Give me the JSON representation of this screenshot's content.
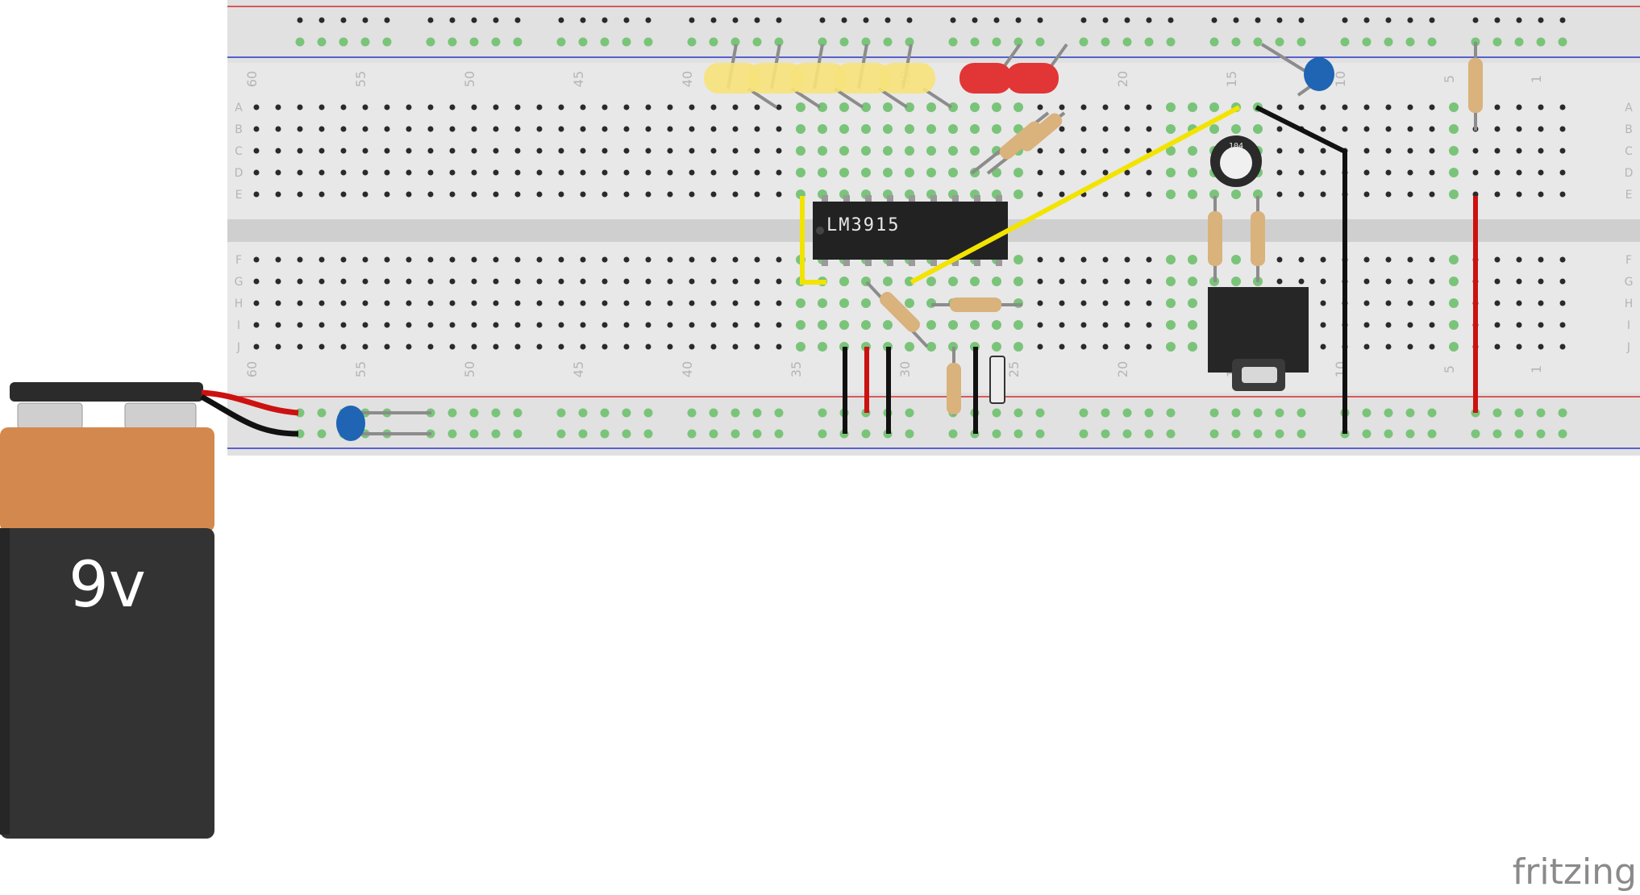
{
  "breadboard": {
    "column_numbers": [
      "60",
      "55",
      "50",
      "45",
      "40",
      "35",
      "30",
      "25",
      "20",
      "15",
      "10",
      "5",
      "1"
    ],
    "row_letters_top": [
      "A",
      "B",
      "C",
      "D",
      "E"
    ],
    "row_letters_bottom": [
      "F",
      "G",
      "H",
      "I",
      "J"
    ]
  },
  "components": {
    "ic_label": "LM3915",
    "battery_label": "9v",
    "pot_label": "104"
  },
  "colors": {
    "board": "#e6e6e6",
    "rail_red": "#d62c2c",
    "rail_blue": "#2a37c8",
    "wire_yellow": "#f2e400",
    "wire_red": "#cc1111",
    "wire_black": "#1a1a1a",
    "led_yellow": "#f7e27a",
    "led_red": "#e23535",
    "capacitor_blue": "#2064b4",
    "battery_orange": "#d3894d",
    "battery_body": "#333333"
  },
  "watermark": "fritzing"
}
